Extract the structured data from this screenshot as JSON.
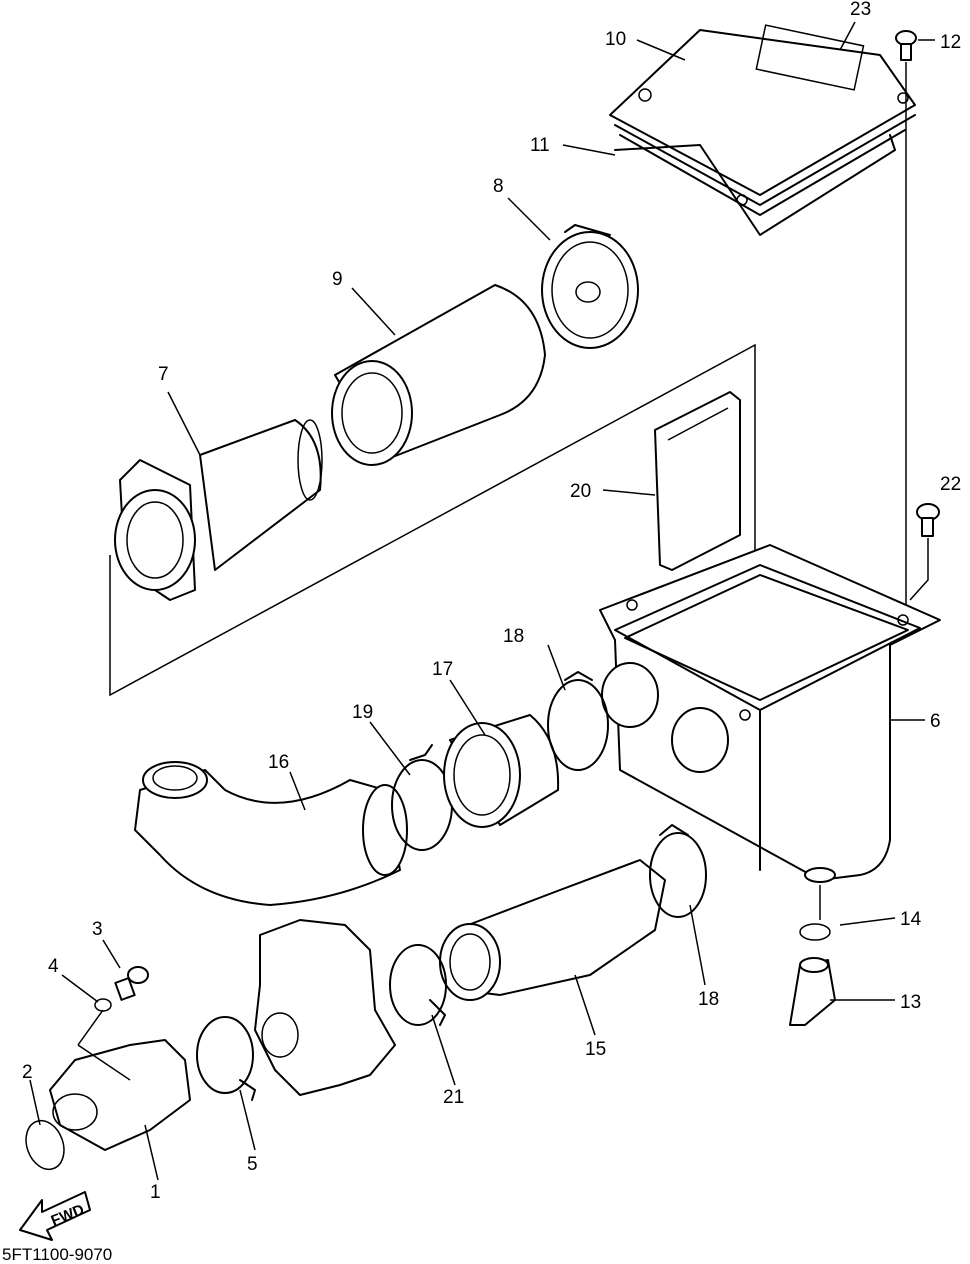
{
  "diagram_code": "5FT1100-9070",
  "fwd_label": "FWD",
  "callouts": {
    "c1": "1",
    "c2": "2",
    "c3": "3",
    "c4": "4",
    "c5": "5",
    "c6": "6",
    "c7": "7",
    "c8": "8",
    "c9": "9",
    "c10": "10",
    "c11": "11",
    "c12": "12",
    "c13": "13",
    "c14": "14",
    "c15": "15",
    "c16": "16",
    "c17": "17",
    "c18a": "18",
    "c18b": "18",
    "c19": "19",
    "c20": "20",
    "c21": "21",
    "c22": "22",
    "c23": "23"
  }
}
